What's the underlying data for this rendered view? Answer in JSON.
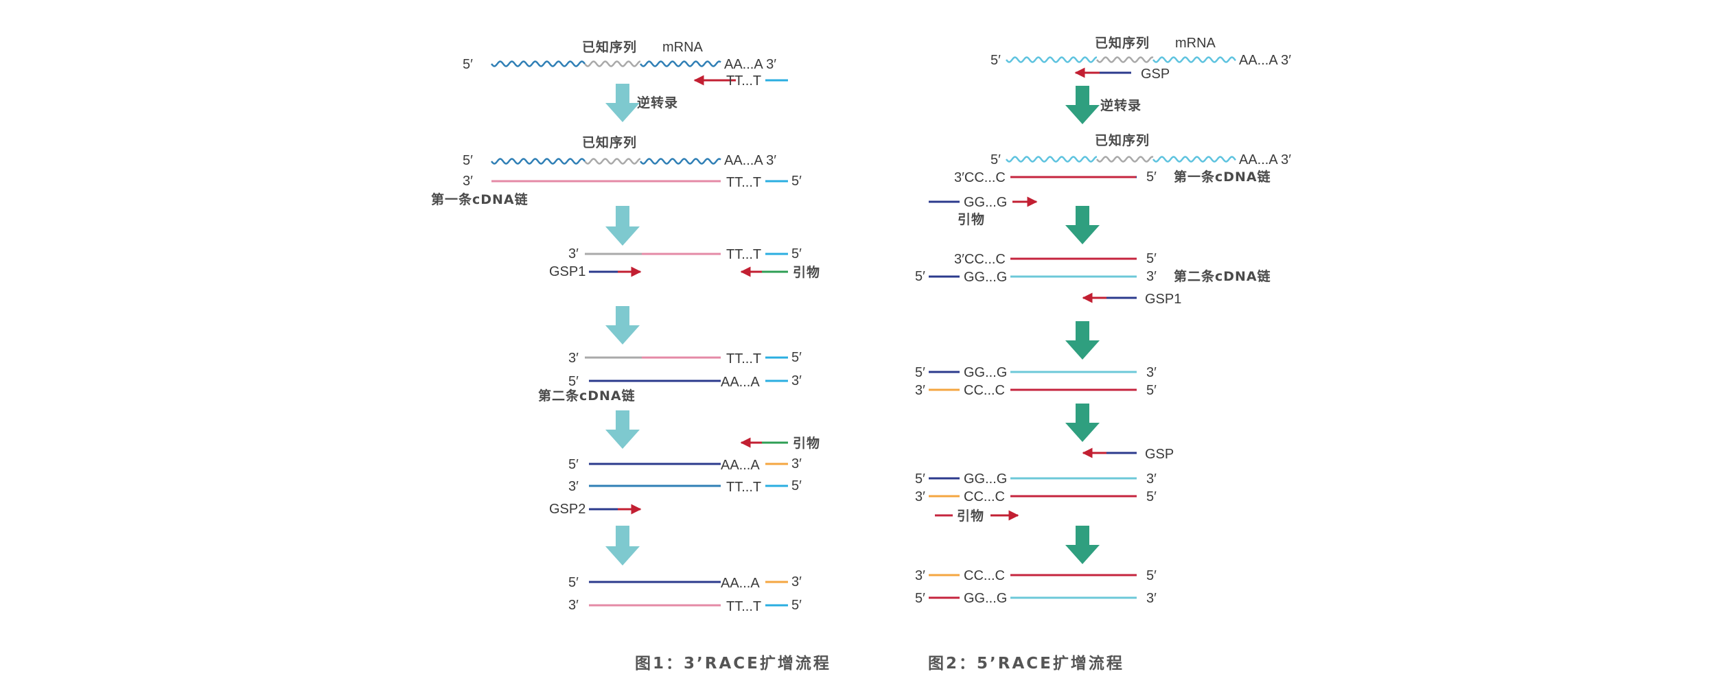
{
  "diagram": {
    "colors": {
      "navy": "#2b3a8c",
      "wave_blue": "#2f7fb5",
      "wave_light": "#5ec3df",
      "gray": "#a9a9a9",
      "pink": "#e48aa6",
      "red_strand": "#c5243e",
      "cyan_tail": "#2aaee0",
      "light_cyan": "#6cc8d8",
      "orange": "#f4a640",
      "green": "#2e9e54",
      "arrow_red": "#c21f32",
      "flow_arrow_teal": "#7ec9cf",
      "flow_arrow_green": "#2f9f7f"
    },
    "figure1": {
      "caption": "图1：3’RACE扩增流程",
      "known_seq": "已知序列",
      "mrna": "mRNA",
      "reverse_transcription": "逆转录",
      "first_strand": "第一条cDNA链",
      "second_strand": "第二条cDNA链",
      "gsp1": "GSP1",
      "gsp2": "GSP2",
      "primer": "引物",
      "polyA_3": "AA...A 3′",
      "polyA": "AA...A",
      "polyT": "TT...T",
      "end5": "5′",
      "end3": "3′"
    },
    "figure2": {
      "caption": "图2：5’RACE扩增流程",
      "known_seq": "已知序列",
      "mrna": "mRNA",
      "reverse_transcription": "逆转录",
      "first_strand": "第一条cDNA链",
      "second_strand": "第二条cDNA链",
      "gsp": "GSP",
      "gsp1": "GSP1",
      "primer": "引物",
      "polyA_3": "AA...A 3′",
      "polyC_3": "3′CC...C",
      "polyG": "GG...G",
      "polyC": "CC...C",
      "end5": "5′",
      "end3": "3′"
    }
  }
}
